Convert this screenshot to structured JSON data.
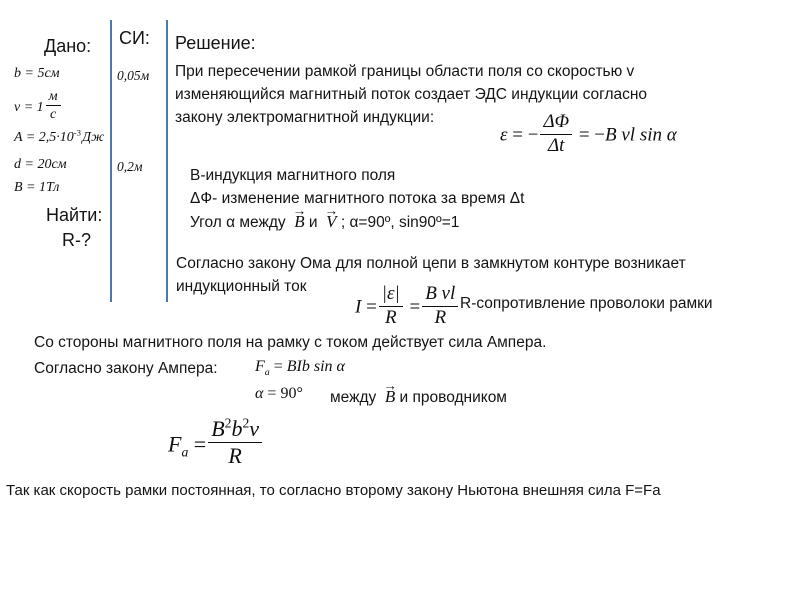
{
  "slide": {
    "background_color": "#ffffff",
    "rule_color": "#4a7ba8",
    "text_color": "#141414"
  },
  "given": {
    "heading": "Дано:",
    "find_heading": "Найти:",
    "find_value": "R-?",
    "si_heading": "СИ:",
    "rows": [
      {
        "symbol": "b",
        "eq": "=",
        "value": "5",
        "unit": "см",
        "si": "0,05м"
      },
      {
        "symbol": "v",
        "eq": "=",
        "value": "1",
        "unit_num": "м",
        "unit_den": "с",
        "si": ""
      },
      {
        "symbol": "A",
        "eq": "=",
        "value": "2,5",
        "mul": "·",
        "base": "10",
        "exponent": "-3",
        "unit": "Дж",
        "si": ""
      },
      {
        "symbol": "d",
        "eq": "=",
        "value": "20",
        "unit": "см",
        "si": "0,2м"
      },
      {
        "symbol": "B",
        "eq": "=",
        "value": "1",
        "unit": "Тл",
        "si": ""
      }
    ]
  },
  "solution": {
    "heading": "Решение:",
    "intro_lines": [
      "При пересечении рамкой границы области поля со скоростью v",
      "изменяющийся магнитный поток создает ЭДС индукции согласно",
      "закону электромагнитной индукции:"
    ],
    "emf_formula": {
      "lhs": "ε",
      "eq1": "=",
      "minus1": "−",
      "frac_top": "ΔΦ",
      "frac_bottom": "Δt",
      "eq2": "=",
      "minus2": "−",
      "rhs": "B vl sin α"
    },
    "definitions": [
      "B-индукция магнитного поля",
      "ΔФ- изменение магнитного потока за время Δt"
    ],
    "angle_line": {
      "prefix": "Угол α между",
      "vector_b": "B",
      "conj": "и",
      "vector_v": "V",
      "suffix": "; α=90º, sin90º=1"
    },
    "ohm_lines": [
      "Согласно закону Ома для полной цепи в замкнутом контуре возникает",
      "индукционный ток"
    ],
    "current_formula": {
      "lhs": "I",
      "eq1": "=",
      "num1": "|ε|",
      "den1": "R",
      "eq2": "=",
      "num2": "B vl",
      "den2": "R"
    },
    "resistance_note": "R-сопротивление проволоки рамки"
  },
  "ampere": {
    "line1": "Со стороны магнитного поля на рамку с током действует сила Ампера.",
    "line2_prefix": "Согласно закону Ампера:",
    "law_formula": {
      "lhs": "F",
      "sub": "a",
      "eq": "=",
      "rhs": "BIb sin α"
    },
    "angle_formula": {
      "lhs": "α",
      "eq": "=",
      "value": "90°"
    },
    "angle_text_prefix": "между",
    "angle_vector": "B",
    "angle_text_suffix": "и проводником",
    "result_formula": {
      "lhs": "F",
      "sub": "a",
      "eq": "=",
      "num_b": "B",
      "num_b_exp": "2",
      "num_bb": "b",
      "num_bb_exp": "2",
      "num_v": "v",
      "den": "R"
    }
  },
  "conclusion": {
    "text": "Так как скорость рамки постоянная, то согласно второму закону Ньютона внешняя сила F=Fа"
  }
}
